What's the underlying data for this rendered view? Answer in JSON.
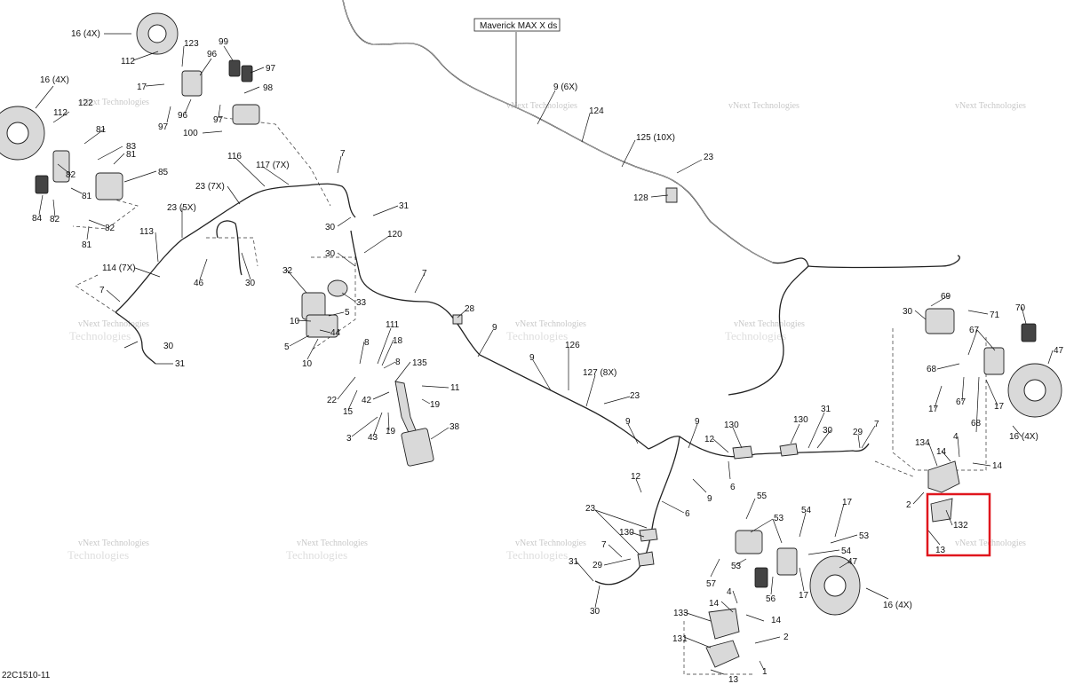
{
  "diagram": {
    "model_label": "Maverick MAX X ds",
    "diagram_code": "22C1510-11",
    "watermark": {
      "line1": "vNext Technologies",
      "line2": "Technologies"
    },
    "callouts": [
      {
        "id": "c1",
        "text": "16 (4X)"
      },
      {
        "id": "c2",
        "text": "112"
      },
      {
        "id": "c3",
        "text": "123"
      },
      {
        "id": "c4",
        "text": "99"
      },
      {
        "id": "c5",
        "text": "96"
      },
      {
        "id": "c6",
        "text": "97"
      },
      {
        "id": "c7",
        "text": "16 (4X)"
      },
      {
        "id": "c8",
        "text": "17"
      },
      {
        "id": "c9",
        "text": "98"
      },
      {
        "id": "c10",
        "text": "112"
      },
      {
        "id": "c11",
        "text": "122"
      },
      {
        "id": "c12",
        "text": "96"
      },
      {
        "id": "c13",
        "text": "97"
      },
      {
        "id": "c14",
        "text": "97"
      },
      {
        "id": "c15",
        "text": "100"
      },
      {
        "id": "c16",
        "text": "81"
      },
      {
        "id": "c17",
        "text": "83"
      },
      {
        "id": "c18",
        "text": "81"
      },
      {
        "id": "c19",
        "text": "85"
      },
      {
        "id": "c20",
        "text": "82"
      },
      {
        "id": "c21",
        "text": "81"
      },
      {
        "id": "c22",
        "text": "84"
      },
      {
        "id": "c23",
        "text": "82"
      },
      {
        "id": "c24",
        "text": "82"
      },
      {
        "id": "c25",
        "text": "81"
      },
      {
        "id": "c26",
        "text": "116"
      },
      {
        "id": "c27",
        "text": "117 (7X)"
      },
      {
        "id": "c28",
        "text": "7"
      },
      {
        "id": "c29",
        "text": "23 (7X)"
      },
      {
        "id": "c30",
        "text": "23 (5X)"
      },
      {
        "id": "c31",
        "text": "31"
      },
      {
        "id": "c32",
        "text": "30"
      },
      {
        "id": "c33",
        "text": "113"
      },
      {
        "id": "c34",
        "text": "120"
      },
      {
        "id": "c35",
        "text": "30"
      },
      {
        "id": "c36",
        "text": "114 (7X)"
      },
      {
        "id": "c37",
        "text": "46"
      },
      {
        "id": "c38",
        "text": "30"
      },
      {
        "id": "c39",
        "text": "7"
      },
      {
        "id": "c40",
        "text": "32"
      },
      {
        "id": "c41",
        "text": "7"
      },
      {
        "id": "c42",
        "text": "33"
      },
      {
        "id": "c43",
        "text": "5"
      },
      {
        "id": "c44",
        "text": "10"
      },
      {
        "id": "c45",
        "text": "44"
      },
      {
        "id": "c46",
        "text": "5"
      },
      {
        "id": "c47",
        "text": "10"
      },
      {
        "id": "c48",
        "text": "8"
      },
      {
        "id": "c49",
        "text": "111"
      },
      {
        "id": "c50",
        "text": "18"
      },
      {
        "id": "c51",
        "text": "8"
      },
      {
        "id": "c52",
        "text": "30"
      },
      {
        "id": "c53",
        "text": "31"
      },
      {
        "id": "c54",
        "text": "135"
      },
      {
        "id": "c55",
        "text": "11"
      },
      {
        "id": "c56",
        "text": "22"
      },
      {
        "id": "c57",
        "text": "42"
      },
      {
        "id": "c58",
        "text": "19"
      },
      {
        "id": "c59",
        "text": "15"
      },
      {
        "id": "c60",
        "text": "3"
      },
      {
        "id": "c61",
        "text": "43"
      },
      {
        "id": "c62",
        "text": "19"
      },
      {
        "id": "c63",
        "text": "38"
      },
      {
        "id": "c64",
        "text": "9 (6X)"
      },
      {
        "id": "c65",
        "text": "124"
      },
      {
        "id": "c66",
        "text": "125 (10X)"
      },
      {
        "id": "c67",
        "text": "23"
      },
      {
        "id": "c68",
        "text": "128"
      },
      {
        "id": "c69",
        "text": "28"
      },
      {
        "id": "c70",
        "text": "9"
      },
      {
        "id": "c71",
        "text": "126"
      },
      {
        "id": "c72",
        "text": "9"
      },
      {
        "id": "c73",
        "text": "127 (8X)"
      },
      {
        "id": "c74",
        "text": "23"
      },
      {
        "id": "c75",
        "text": "9"
      },
      {
        "id": "c76",
        "text": "9"
      },
      {
        "id": "c77",
        "text": "130"
      },
      {
        "id": "c78",
        "text": "130"
      },
      {
        "id": "c79",
        "text": "31"
      },
      {
        "id": "c80",
        "text": "30"
      },
      {
        "id": "c81",
        "text": "29"
      },
      {
        "id": "c82",
        "text": "7"
      },
      {
        "id": "c83",
        "text": "12"
      },
      {
        "id": "c84",
        "text": "6"
      },
      {
        "id": "c85",
        "text": "12"
      },
      {
        "id": "c86",
        "text": "9"
      },
      {
        "id": "c87",
        "text": "6"
      },
      {
        "id": "c88",
        "text": "23"
      },
      {
        "id": "c89",
        "text": "130"
      },
      {
        "id": "c90",
        "text": "7"
      },
      {
        "id": "c91",
        "text": "29"
      },
      {
        "id": "c92",
        "text": "31"
      },
      {
        "id": "c93",
        "text": "30"
      },
      {
        "id": "c94",
        "text": "55"
      },
      {
        "id": "c95",
        "text": "53"
      },
      {
        "id": "c96",
        "text": "54"
      },
      {
        "id": "c97",
        "text": "17"
      },
      {
        "id": "c98",
        "text": "53"
      },
      {
        "id": "c99",
        "text": "54"
      },
      {
        "id": "c100",
        "text": "53"
      },
      {
        "id": "c101",
        "text": "57"
      },
      {
        "id": "c102",
        "text": "56"
      },
      {
        "id": "c103",
        "text": "17"
      },
      {
        "id": "c104",
        "text": "47"
      },
      {
        "id": "c105",
        "text": "16 (4X)"
      },
      {
        "id": "c106",
        "text": "4"
      },
      {
        "id": "c107",
        "text": "14"
      },
      {
        "id": "c108",
        "text": "133"
      },
      {
        "id": "c109",
        "text": "14"
      },
      {
        "id": "c110",
        "text": "131"
      },
      {
        "id": "c111",
        "text": "2"
      },
      {
        "id": "c112",
        "text": "13"
      },
      {
        "id": "c113",
        "text": "1"
      },
      {
        "id": "c114",
        "text": "69"
      },
      {
        "id": "c115",
        "text": "30"
      },
      {
        "id": "c116",
        "text": "71"
      },
      {
        "id": "c117",
        "text": "70"
      },
      {
        "id": "c118",
        "text": "67"
      },
      {
        "id": "c119",
        "text": "47"
      },
      {
        "id": "c120",
        "text": "68"
      },
      {
        "id": "c121",
        "text": "17"
      },
      {
        "id": "c122",
        "text": "67"
      },
      {
        "id": "c123",
        "text": "68"
      },
      {
        "id": "c124",
        "text": "17"
      },
      {
        "id": "c125",
        "text": "16 (4X)"
      },
      {
        "id": "c126",
        "text": "134"
      },
      {
        "id": "c127",
        "text": "4"
      },
      {
        "id": "c128",
        "text": "14"
      },
      {
        "id": "c129",
        "text": "14"
      },
      {
        "id": "c130",
        "text": "2"
      },
      {
        "id": "c131",
        "text": "132"
      },
      {
        "id": "c132",
        "text": "13"
      }
    ],
    "highlight": {
      "target": "132",
      "color": "#e0161d"
    },
    "colors": {
      "line": "#222222",
      "part_fill": "#d9d9d9",
      "watermark": "#c8c8c8"
    }
  }
}
